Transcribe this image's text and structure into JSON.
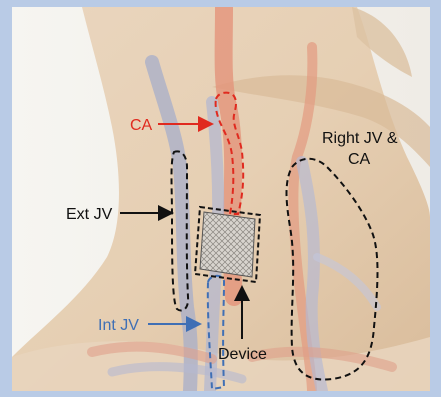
{
  "labels": {
    "ca": "CA",
    "ext_jv": "Ext JV",
    "int_jv": "Int JV",
    "device": "Device",
    "right_line1": "Right JV &",
    "right_line2": "CA"
  },
  "colors": {
    "ca_label": "#e02a1f",
    "int_jv_label": "#3f6fb5",
    "text": "#111111",
    "frame_border": "#b9cbe6"
  }
}
